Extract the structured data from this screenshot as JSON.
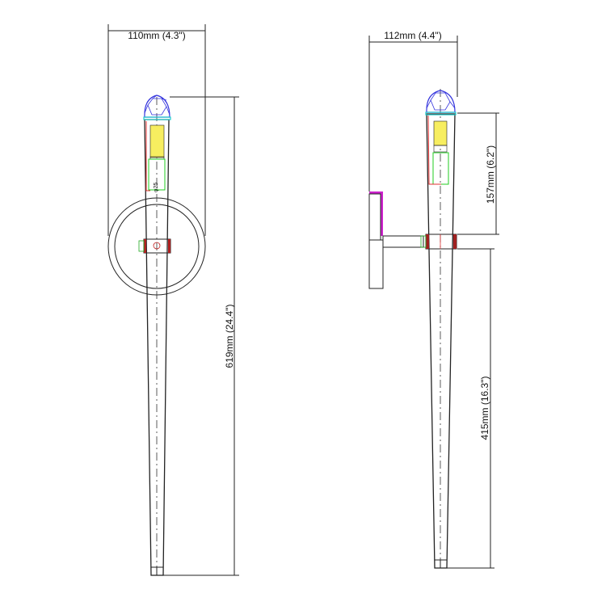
{
  "front_view": {
    "width_label": "110mm (4.3\")",
    "height_label": "619mm (24.4\")",
    "diameter_label": "φ25"
  },
  "side_view": {
    "width_label": "112mm (4.4\")",
    "upper_label": "157mm (6.2\")",
    "lower_label": "415mm (16.3\")"
  },
  "colors": {
    "head": "#3333dd",
    "lens": "#22cccc",
    "led": "#f0e020",
    "driver": "#22cc22",
    "wire": "#e03030",
    "bracket": "#cc22cc",
    "lines": "#222222"
  }
}
